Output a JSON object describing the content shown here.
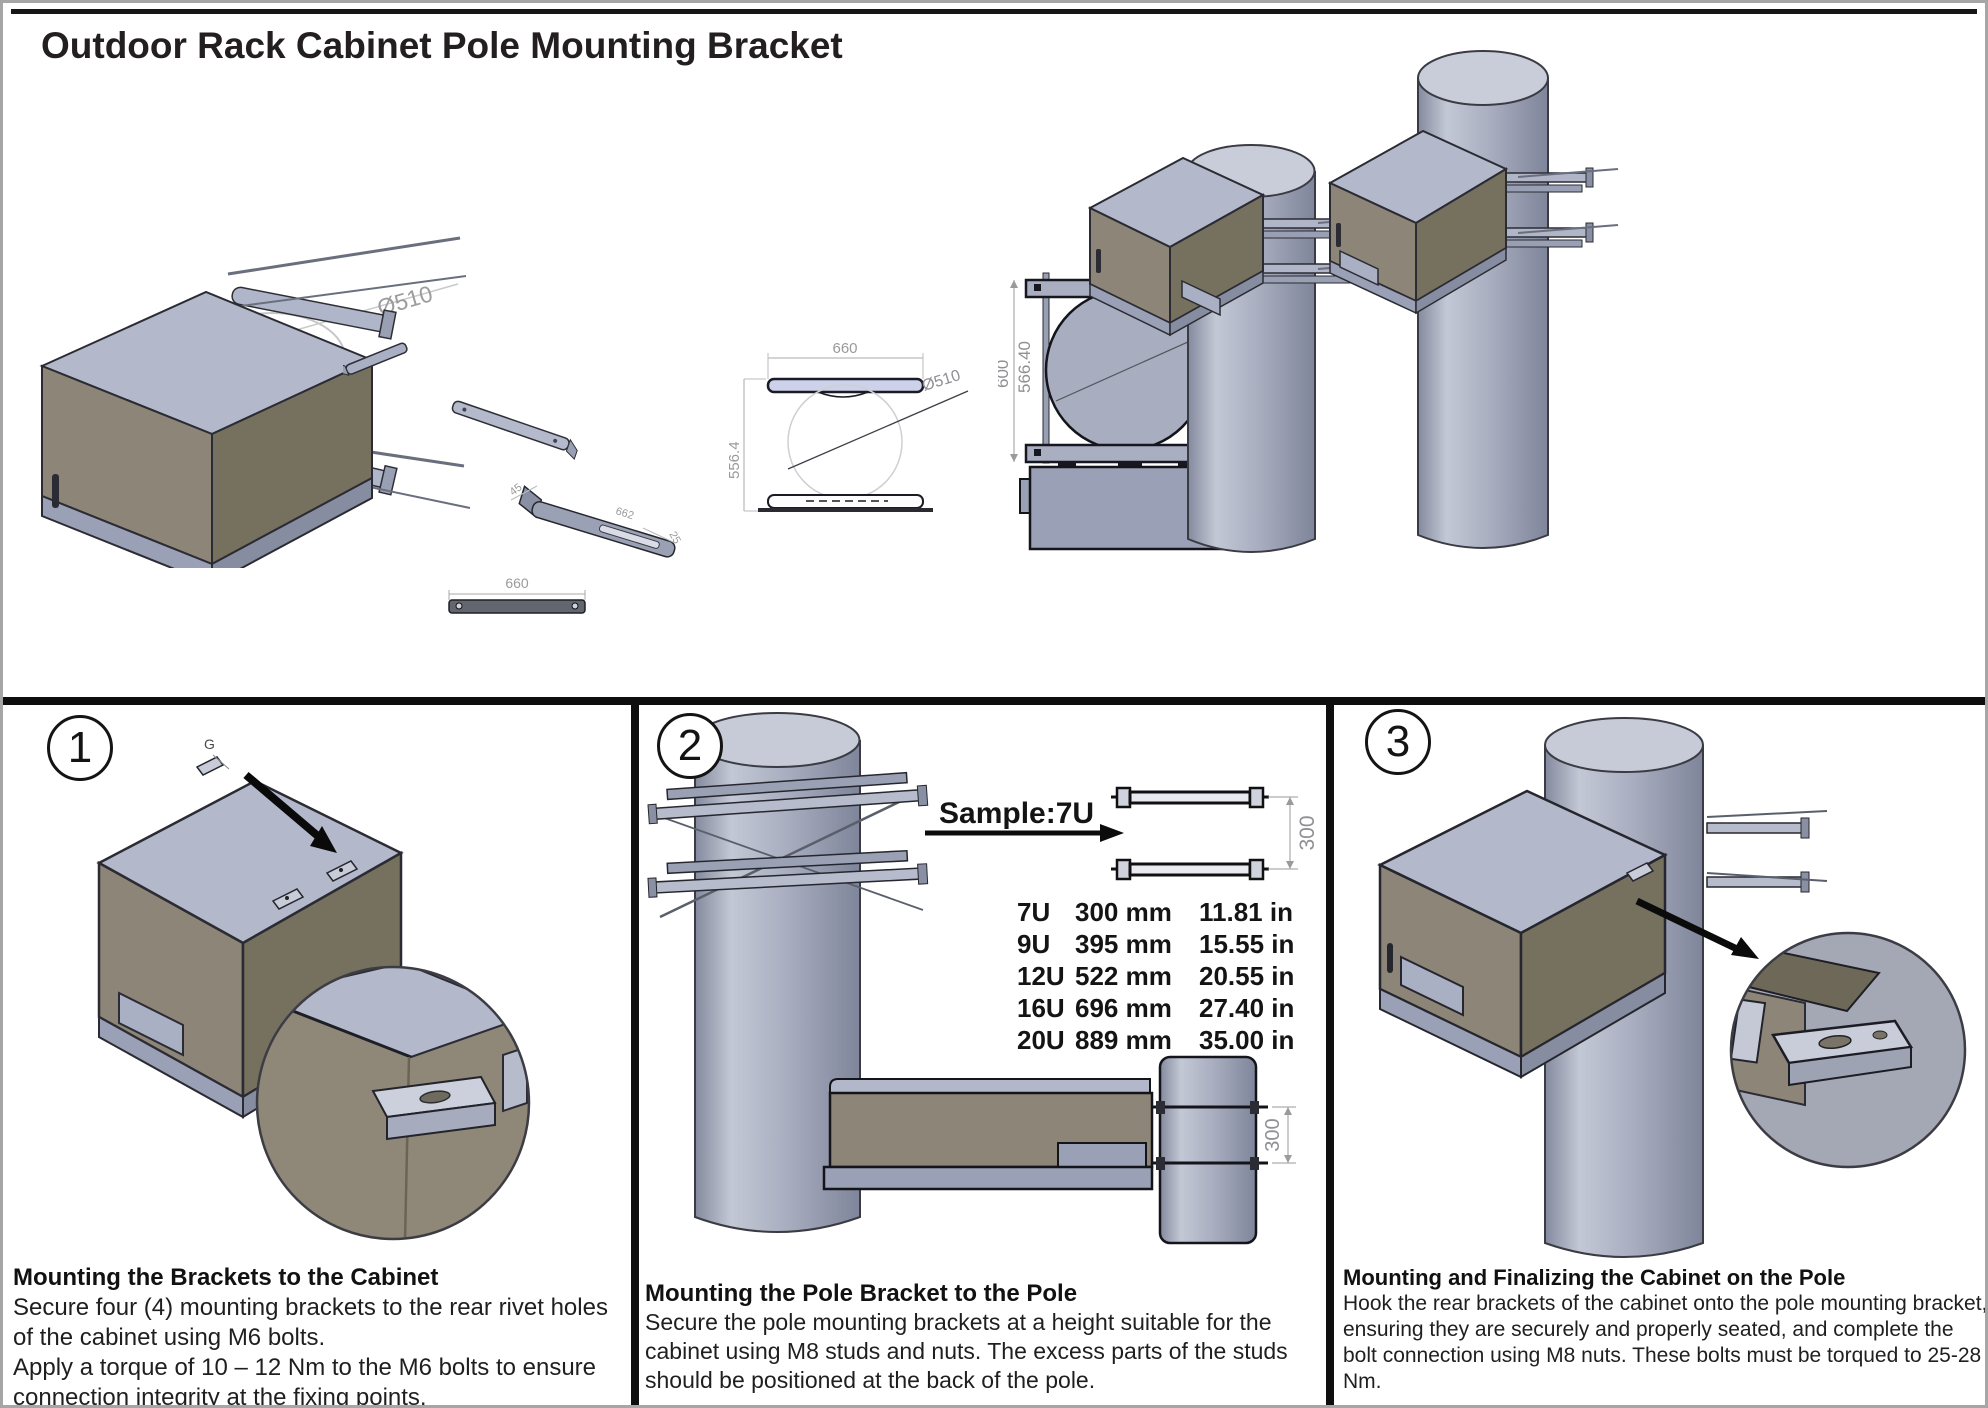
{
  "title": "Outdoor Rack Cabinet Pole Mounting Bracket",
  "dims": {
    "diameter": "Ø510",
    "bar_length": "660",
    "front_height": "556.4",
    "assembly_outer_height": "600",
    "assembly_inner_height": "566.40",
    "part_width": "45",
    "part_length": "662",
    "part_depth": "25",
    "bracket_spacing": "300"
  },
  "steps": [
    {
      "number": "1",
      "heading": "Mounting the Brackets to the Cabinet",
      "callout": "G",
      "paragraphs": [
        "Secure four (4) mounting brackets to the rear rivet holes of the cabinet using  M6 bolts.",
        "Apply a torque of 10 – 12 Nm to the M6 bolts to ensure connection integrity at the fixing points."
      ]
    },
    {
      "number": "2",
      "heading": "Mounting the Pole Bracket to the Pole",
      "sample_label": "Sample:7U",
      "paragraphs": [
        "Secure the pole mounting brackets at a height suitable for the cabinet using M8 studs and nuts. The excess parts of the studs should be positioned at the back of the pole."
      ],
      "size_table": [
        {
          "u": "7U",
          "mm": "300 mm",
          "inch": "11.81 in"
        },
        {
          "u": "9U",
          "mm": "395 mm",
          "inch": "15.55 in"
        },
        {
          "u": "12U",
          "mm": "522 mm",
          "inch": "20.55 in"
        },
        {
          "u": "16U",
          "mm": "696 mm",
          "inch": "27.40 in"
        },
        {
          "u": "20U",
          "mm": "889 mm",
          "inch": "35.00 in"
        }
      ]
    },
    {
      "number": "3",
      "heading": "Mounting and Finalizing the Cabinet on the Pole",
      "paragraphs": [
        "Hook the rear brackets of the cabinet onto the pole mounting bracket, ensuring they are securely and properly seated, and complete the bolt connection using M8 nuts. These bolts must be torqued to 25-28 Nm."
      ]
    }
  ],
  "colors": {
    "cabinet_front": "#8d8577",
    "cabinet_side": "#76705f",
    "cabinet_top": "#b3b9cb",
    "metal_blue": "#aab0c4",
    "pole_mid": "#a9aec0",
    "plinth": "#9aa0b5",
    "line_dark": "#26262e",
    "dim_gray": "#8f8f94",
    "divider": "#0e0e0e"
  }
}
